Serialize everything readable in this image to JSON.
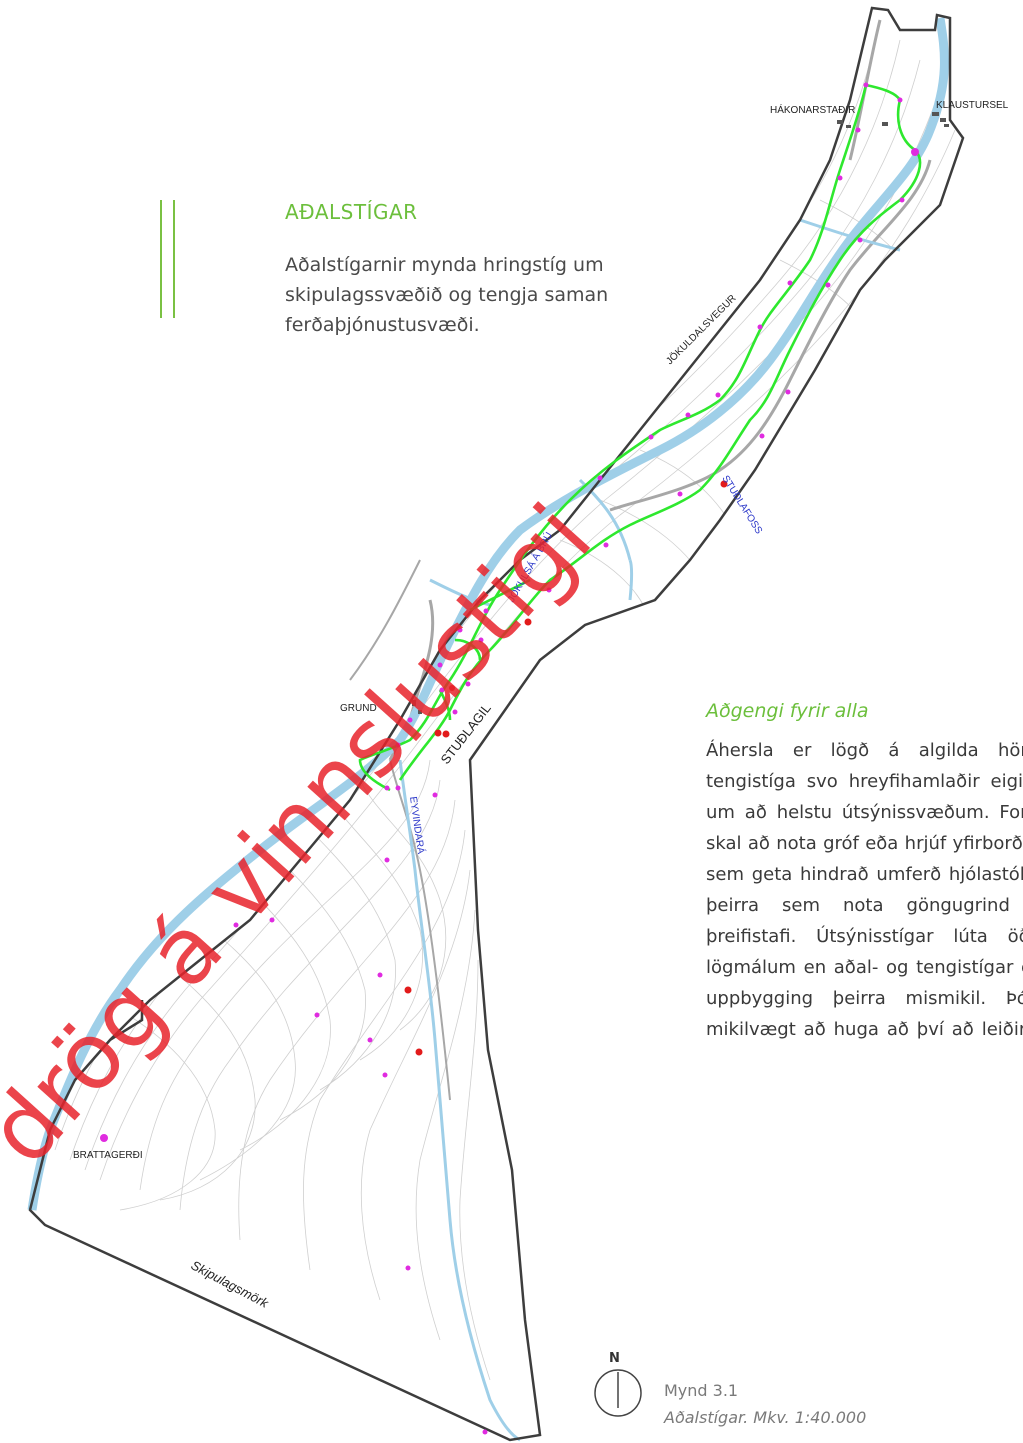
{
  "heading": {
    "title": "AÐALSTÍGAR",
    "intro": "Aðalstígarnir mynda hringstíg um skipulagssvæðið og tengja saman ferðaþjónustusvæði."
  },
  "access": {
    "subtitle": "Aðgengi fyrir alla",
    "body": "Áhersla er lögð á algilda hönnun tengistíga svo hreyfihamlaðir eigi leið um að helstu útsýnissvæðum. Forðast skal að nota gróf eða hrjúf yfirborðsefni sem geta hindrað umferð hjólastóla og þeirra sem nota göngugrind eða þreifistafi. Útsýnisstígar lúta öðrum lögmálum en aðal- og tengistígar enda uppbygging þeirra mismikil. Þó er mikilvægt að huga að því að leiðir séu aðgengilegar og hafa þarfir hreyfihamlaðra í huga."
  },
  "map": {
    "labels": {
      "hakonarstadir": "HÁKONARSTAÐIR",
      "klaustursel": "KLAUSTURSEL",
      "jokuldalsvegur": "JÖKULDALSVEGUR",
      "studlafoss": "STUÐLAFOSS",
      "jokulsa": "JÖKULSÁ Á BRÚ",
      "grund": "GRUND",
      "studlagil": "STUÐLAGIL",
      "eyvindara": "EYVINDARÁ",
      "brattagerdi": "BRATTAGERÐI",
      "skipulagsmork": "Skipulagsmörk"
    },
    "watermark": "drög á vinnslustigi",
    "colors": {
      "river": "#9fcfe8",
      "trail": "#2ee82e",
      "road": "#a7a7a7",
      "boundary": "#3d3d3d",
      "contour": "#cfcfcf",
      "poi": "#e02be0",
      "marker": "#e21b1b",
      "watermark": "#e8232c"
    }
  },
  "figure": {
    "north": "N",
    "number": "Mynd 3.1",
    "caption": "Aðalstígar. Mkv. 1:40.000"
  }
}
